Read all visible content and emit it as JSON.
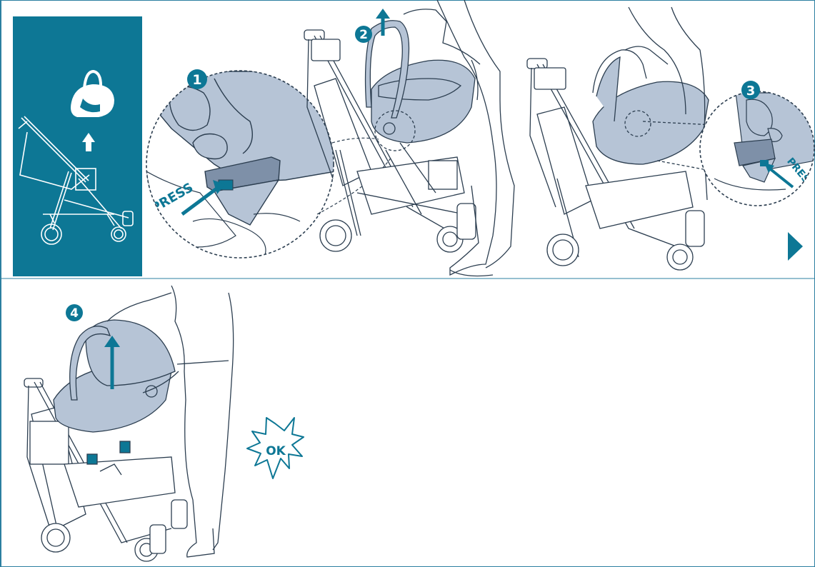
{
  "colors": {
    "accent": "#0d7795",
    "fill": "#b6c4d6",
    "line": "#2c3e50",
    "border": "#2b7fa0"
  },
  "sidebar": {
    "icons": [
      "car-seat-icon",
      "up-arrow-icon",
      "stroller-icon"
    ]
  },
  "steps": [
    {
      "number": "1",
      "label": "PRESS"
    },
    {
      "number": "2"
    },
    {
      "number": "3",
      "label": "PRESS"
    },
    {
      "number": "4"
    }
  ],
  "ok_label": "OK",
  "next_icon": "play-triangle-icon"
}
